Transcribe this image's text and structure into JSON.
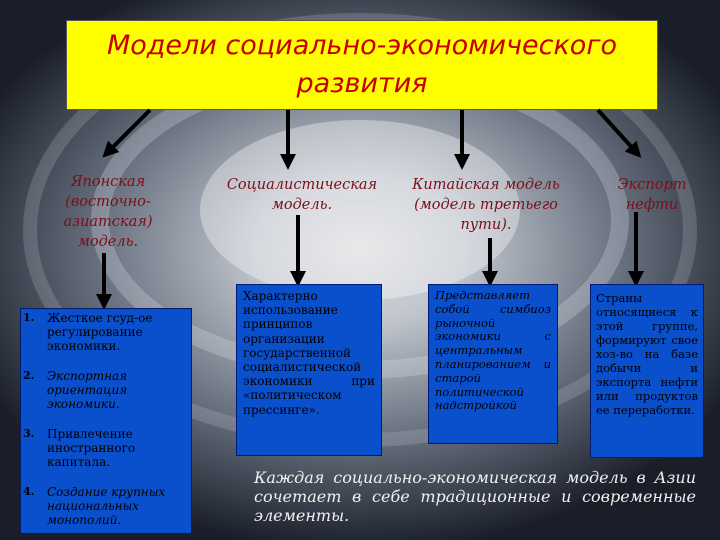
{
  "title": "Модели социально-экономического развития",
  "models": [
    {
      "label": "Японская (восточно-азиатская) модель."
    },
    {
      "label": "Социалистическая модель."
    },
    {
      "label": "Китайская модель (модель третьего пути)."
    },
    {
      "label": "Экспорт нефти"
    }
  ],
  "japanese_list": [
    {
      "num": "1.",
      "text": "Жесткое гсуд-ое регулирование экономики."
    },
    {
      "num": "2.",
      "text": "Экспортная ориентация экономики."
    },
    {
      "num": "3.",
      "text": "Привлечение иностранного капитала."
    },
    {
      "num": "4.",
      "text": "Создание крупных национальных монополий."
    }
  ],
  "socialist_text": "Характерно использование принципов организации государственной социалистической экономики при «политическом прессинге».",
  "chinese_text": "Представляет собой симбиоз рыночной экономики с центральным планированием и старой политической надстройкой",
  "oil_text": "Страны относящиеся к этой группе, формируют свое хоз-во на базе добычи и экспорта нефти или продуктов ее переработки.",
  "footer": "Каждая социально-экономическая модель в Азии сочетает в себе традиционные и современные элементы.",
  "colors": {
    "title_bg": "#ffff00",
    "title_text": "#c40000",
    "box_bg": "#0a4fcc",
    "label_text": "#7a0f18"
  }
}
